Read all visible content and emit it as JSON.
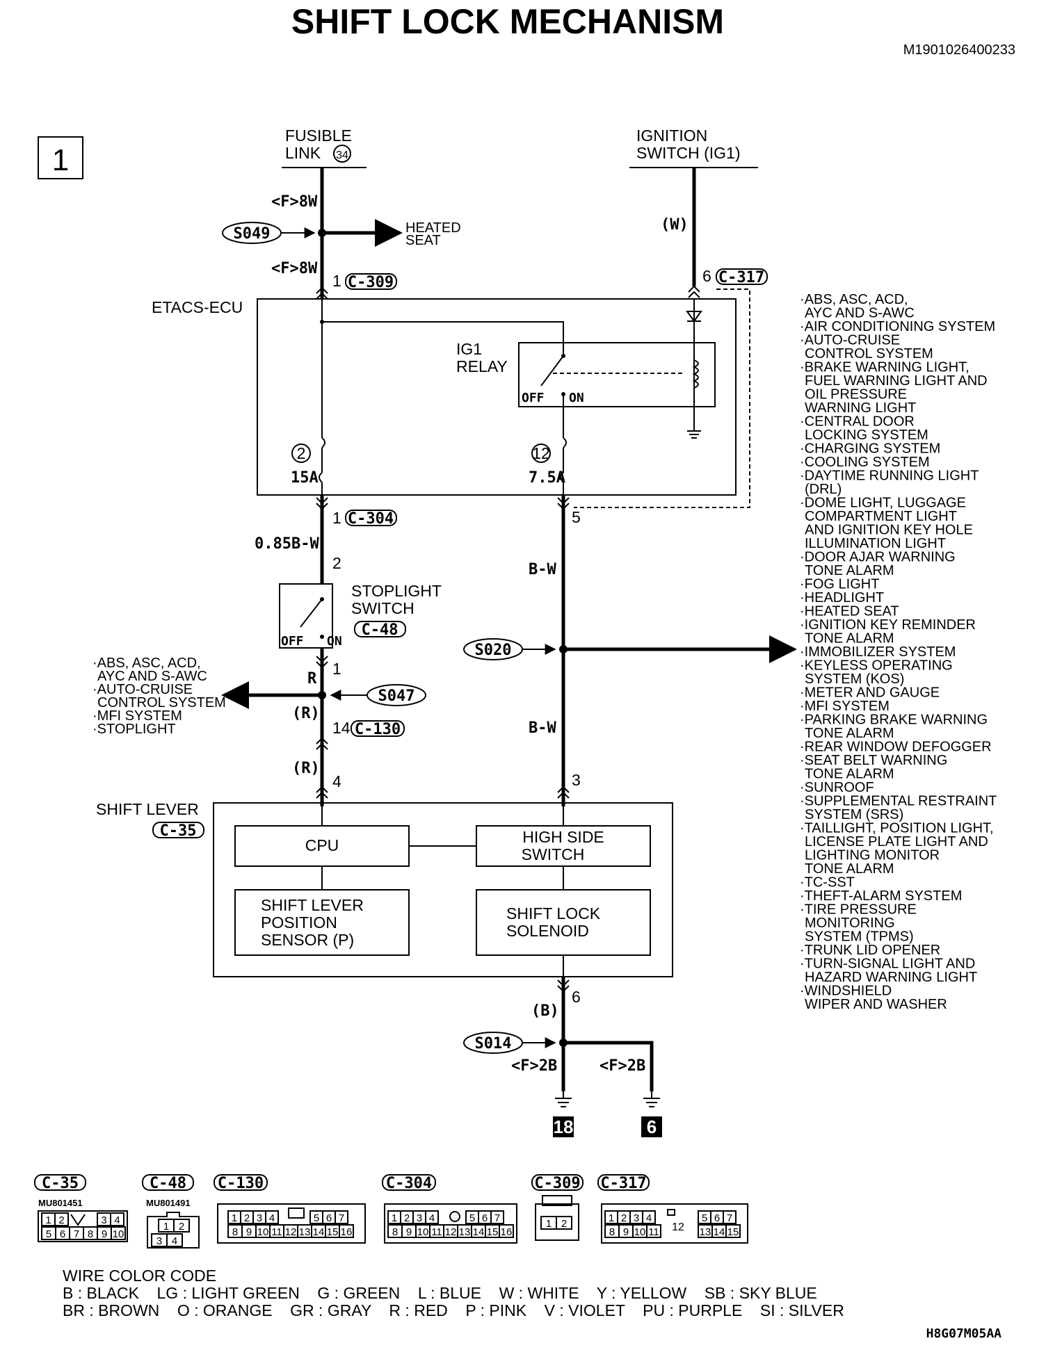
{
  "title": "SHIFT LOCK MECHANISM",
  "doc_code": "M1901026400233",
  "page_number": "1",
  "footer_code": "H8G07M05AA",
  "fusible_link": {
    "line1": "FUSIBLE",
    "line2": "LINK",
    "num": "34"
  },
  "ignition_switch": {
    "line1": "IGNITION",
    "line2": "SWITCH (IG1)"
  },
  "wires": {
    "f8w_top": "<F>8W",
    "f8w_bottom": "<F>8W",
    "w": "(W)",
    "w085bw": "0.85B-W",
    "bw_upper": "B-W",
    "bw_lower": "B-W",
    "r": "R",
    "r_paren1": "(R)",
    "r_paren2": "(R)",
    "b_paren": "(B)",
    "f2b_left": "<F>2B",
    "f2b_right": "<F>2B"
  },
  "splices": {
    "s049": "S049",
    "s047": "S047",
    "s020": "S020",
    "s014": "S014"
  },
  "heated_seat": {
    "line1": "HEATED",
    "line2": "SEAT"
  },
  "etacs": "ETACS-ECU",
  "ig1_relay": {
    "line1": "IG1",
    "line2": "RELAY",
    "off": "OFF",
    "on": "ON"
  },
  "fuses": {
    "f2_num": "2",
    "f2_amp": "15A",
    "f12_num": "12",
    "f12_amp": "7.5A"
  },
  "pins": {
    "p1_c309": "1",
    "p6_c317": "6",
    "p1_c304": "1",
    "p5": "5",
    "p2": "2",
    "p1_sw": "1",
    "p14": "14",
    "p4": "4",
    "p3": "3",
    "p6_bottom": "6"
  },
  "connectors": {
    "c309": "C-309",
    "c317": "C-317",
    "c304": "C-304",
    "c48": "C-48",
    "c130": "C-130",
    "c35": "C-35"
  },
  "stoplight": {
    "line1": "STOPLIGHT",
    "line2": "SWITCH",
    "off": "OFF",
    "on": "ON"
  },
  "left_list": [
    "·ABS, ASC, ACD,",
    "AYC AND S-AWC",
    "·AUTO-CRUISE",
    "CONTROL SYSTEM",
    "·MFI SYSTEM",
    "·STOPLIGHT"
  ],
  "right_list": [
    "·ABS, ASC, ACD,",
    "AYC AND S-AWC",
    "·AIR CONDITIONING SYSTEM",
    "·AUTO-CRUISE",
    "CONTROL SYSTEM",
    "·BRAKE WARNING LIGHT,",
    "FUEL WARNING LIGHT AND",
    "OIL PRESSURE",
    "WARNING LIGHT",
    "·CENTRAL DOOR",
    "LOCKING SYSTEM",
    "·CHARGING SYSTEM",
    "·COOLING SYSTEM",
    "·DAYTIME RUNNING LIGHT",
    "(DRL)",
    "·DOME LIGHT, LUGGAGE",
    "COMPARTMENT LIGHT",
    "AND IGNITION KEY HOLE",
    "ILLUMINATION LIGHT",
    "·DOOR AJAR WARNING",
    "TONE ALARM",
    "·FOG LIGHT",
    "·HEADLIGHT",
    "·HEATED SEAT",
    "·IGNITION KEY REMINDER",
    "TONE ALARM",
    "·IMMOBILIZER SYSTEM",
    "·KEYLESS OPERATING",
    "SYSTEM (KOS)",
    "·METER AND GAUGE",
    "·MFI SYSTEM",
    "·PARKING BRAKE WARNING",
    "TONE ALARM",
    "·REAR WINDOW DEFOGGER",
    "·SEAT BELT WARNING",
    "TONE ALARM",
    "·SUNROOF",
    "·SUPPLEMENTAL RESTRAINT",
    "SYSTEM (SRS)",
    "·TAILLIGHT, POSITION LIGHT,",
    "LICENSE PLATE LIGHT AND",
    "LIGHTING MONITOR",
    "TONE ALARM",
    "·TC-SST",
    "·THEFT-ALARM SYSTEM",
    "·TIRE PRESSURE",
    "MONITORING",
    "SYSTEM (TPMS)",
    "·TRUNK LID OPENER",
    "·TURN-SIGNAL LIGHT AND",
    "HAZARD WARNING LIGHT",
    "·WINDSHIELD",
    "WIPER AND WASHER"
  ],
  "shift_lever": {
    "label": "SHIFT LEVER",
    "cpu": "CPU",
    "hss1": "HIGH SIDE",
    "hss2": "SWITCH",
    "pos1": "SHIFT LEVER",
    "pos2": "POSITION",
    "pos3": "SENSOR (P)",
    "sol1": "SHIFT LOCK",
    "sol2": "SOLENOID"
  },
  "grounds": {
    "g18": "18",
    "g6": "6"
  },
  "connector_diagrams": {
    "c35": {
      "name": "C-35",
      "part": "MU801451",
      "row1": [
        "1",
        "2",
        "3",
        "4"
      ],
      "row2": [
        "5",
        "6",
        "7",
        "8",
        "9",
        "10"
      ]
    },
    "c48": {
      "name": "C-48",
      "part": "MU801491",
      "row1": [
        "1",
        "2"
      ],
      "row2": [
        "3",
        "4"
      ]
    },
    "c130": {
      "name": "C-130",
      "row1": [
        "1",
        "2",
        "3",
        "4",
        "5",
        "6",
        "7"
      ],
      "row2": [
        "8",
        "9",
        "10",
        "11",
        "12",
        "13",
        "14",
        "15",
        "16"
      ]
    },
    "c304": {
      "name": "C-304",
      "row1": [
        "1",
        "2",
        "3",
        "4",
        "5",
        "6",
        "7"
      ],
      "row2": [
        "8",
        "9",
        "10",
        "11",
        "12",
        "13",
        "14",
        "15",
        "16"
      ]
    },
    "c309": {
      "name": "C-309",
      "row1": [
        "1",
        "2"
      ]
    },
    "c317": {
      "name": "C-317",
      "row1": [
        "1",
        "2",
        "3",
        "4",
        "5",
        "6",
        "7"
      ],
      "row2": [
        "8",
        "9",
        "10",
        "11",
        "13",
        "14",
        "15"
      ],
      "center": "12"
    }
  },
  "wire_color_code": {
    "title": "WIRE COLOR CODE",
    "line1": "B : BLACK    LG : LIGHT GREEN    G : GREEN    L : BLUE    W : WHITE    Y : YELLOW    SB : SKY BLUE",
    "line2": "BR : BROWN    O : ORANGE    GR : GRAY    R : RED    P : PINK    V : VIOLET    PU : PURPLE    SI : SILVER"
  }
}
